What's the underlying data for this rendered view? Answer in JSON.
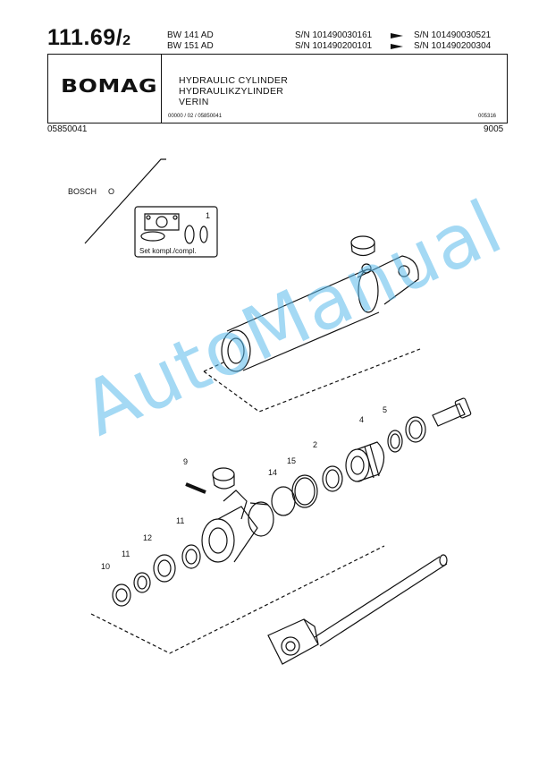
{
  "header": {
    "page_number_main": "111.69/",
    "page_number_sub": "2",
    "models": [
      "BW 141 AD",
      "BW 151 AD"
    ],
    "serial_ranges": [
      {
        "from": "S/N 101490030161",
        "to": "S/N 101490030521"
      },
      {
        "from": "S/N 101490200101",
        "to": "S/N 101490200304"
      }
    ],
    "logo_text": "BOMAG",
    "titles": [
      "HYDRAULIC CYLINDER",
      "HYDRAULIKZYLINDER",
      "VERIN"
    ],
    "ref_code": "00000 / 02 / 05850041",
    "ref_right": "005316",
    "doc_number": "05850041",
    "date_code": "9005"
  },
  "diagram": {
    "bosch_label": "BOSCH",
    "bosch_suffix": "O",
    "set_label": "Set kompl./compl.",
    "callouts": [
      "1",
      "2",
      "4",
      "5",
      "9",
      "14",
      "15",
      "11",
      "12",
      "11",
      "10"
    ]
  },
  "watermark": "AutoManual",
  "colors": {
    "ink": "#111111",
    "watermark": "#5ab9eb"
  }
}
